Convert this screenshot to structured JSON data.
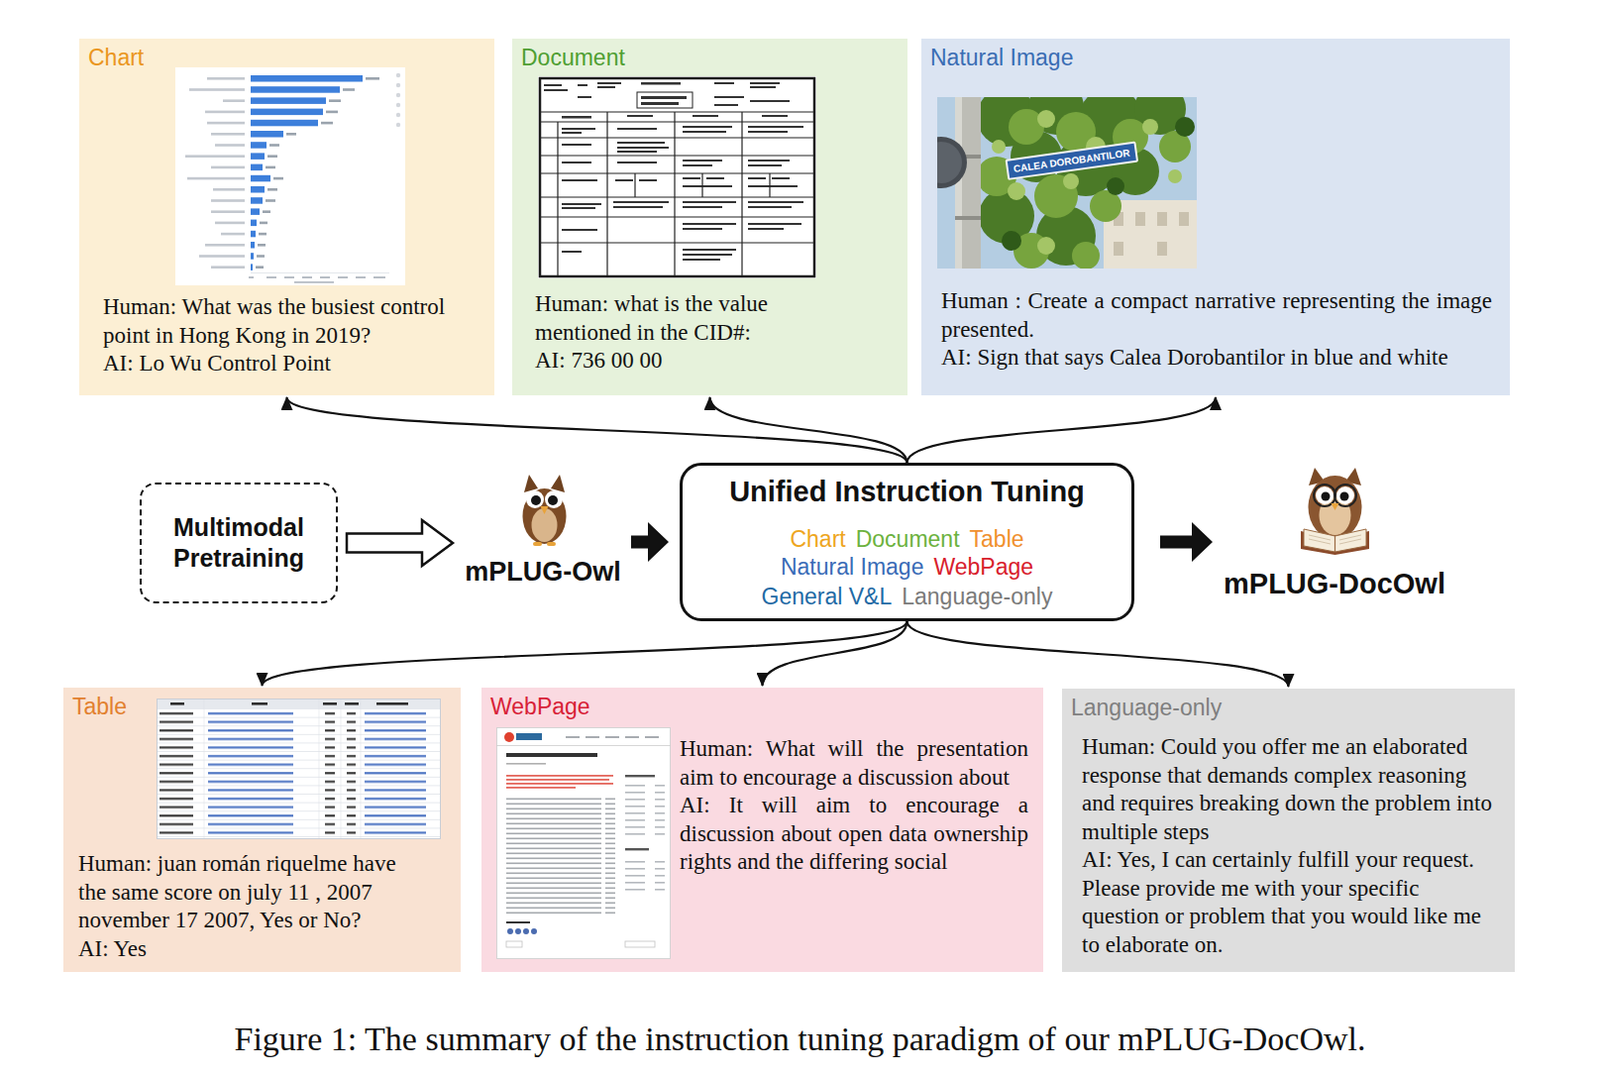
{
  "diagram": {
    "caption": "Figure 1: The summary of the instruction tuning paradigm of our mPLUG-DocOwl.",
    "nodes": [
      {
        "text": [
          "Chart",
          "Human: What was the busiest control point in Hong Kong in 2019?",
          "AI: Lo Wu Control Point"
        ]
      },
      {
        "text": [
          "Document",
          "Human: what is the value mentioned in the CID#:",
          "AI: 736 00 00"
        ]
      },
      {
        "text": [
          "Natural Image",
          "Human : Create a compact narrative representing the image presented.",
          "AI: Sign that says Calea Dorobantilor in blue and white"
        ]
      },
      {
        "text": [
          "Multimodal Pretraining"
        ]
      },
      {
        "text": [
          "mPLUG-Owl"
        ]
      },
      {
        "text": [
          "Unified Instruction Tuning",
          "Chart",
          "Document",
          "Table",
          "Natural Image",
          "WebPage",
          "General V&L",
          "Language-only"
        ]
      },
      {
        "text": [
          "mPLUG-DocOwl"
        ]
      },
      {
        "text": [
          "Table",
          "Human: juan román riquelme have the same score on july 11 , 2007 november 17 2007, Yes or No?",
          "AI: Yes"
        ]
      },
      {
        "text": [
          "WebPage",
          "Human: What will the presentation aim to encourage a discussion about",
          "AI: It will aim to encourage a discussion about open data ownership rights and the differing social"
        ]
      },
      {
        "text": [
          "Language-only",
          "Human: Could you offer me an elaborated response that demands complex reasoning and requires breaking down the problem into multiple steps",
          "AI: Yes, I can certainly fulfill your request. Please provide me with your specific question or problem that you would like me to elaborate on."
        ]
      }
    ],
    "edges": [
      {
        "from": 3,
        "to": 4,
        "arrow": "to"
      },
      {
        "from": 4,
        "to": 5,
        "arrow": "to"
      },
      {
        "from": 5,
        "to": 6,
        "arrow": "to"
      },
      {
        "from": 5,
        "to": 0,
        "arrow": "to"
      },
      {
        "from": 5,
        "to": 1,
        "arrow": "to"
      },
      {
        "from": 5,
        "to": 2,
        "arrow": "to"
      },
      {
        "from": 5,
        "to": 7,
        "arrow": "to"
      },
      {
        "from": 5,
        "to": 8,
        "arrow": "to"
      },
      {
        "from": 5,
        "to": 9,
        "arrow": "to"
      }
    ],
    "labels": [
      "CALEA DOROBANTILOR"
    ]
  }
}
